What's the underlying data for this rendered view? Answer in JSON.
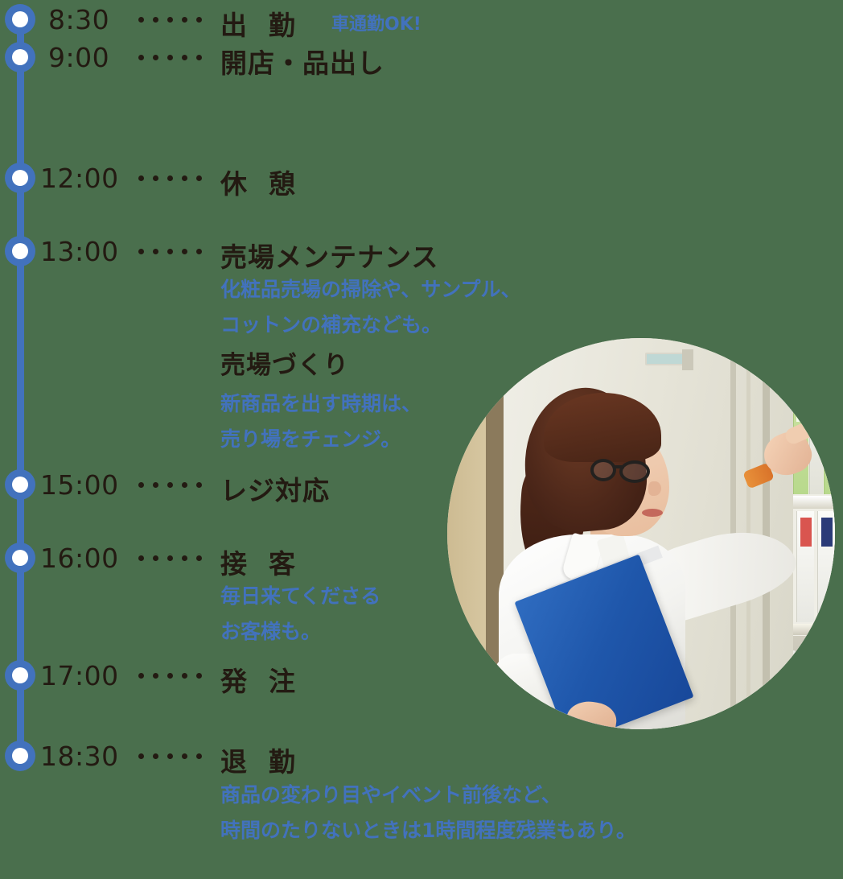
{
  "theme": {
    "accent_blue": "#4272bd",
    "text_dark": "#231a12",
    "background": "#4a6f4d",
    "dot_inner": "#ffffff"
  },
  "timeline": {
    "separator_dots": 5,
    "entries": [
      {
        "time": "8:30",
        "title_a": "出",
        "title_b": "勤",
        "badge": "車通勤OK!",
        "notes": []
      },
      {
        "time": "9:00",
        "title_a": "開店・品出し",
        "title_b": "",
        "badge": "",
        "notes": []
      },
      {
        "time": "12:00",
        "title_a": "休",
        "title_b": "憩",
        "badge": "",
        "notes": []
      },
      {
        "time": "13:00",
        "title_a": "売場メンテナンス",
        "title_b": "",
        "badge": "",
        "notes": [
          "化粧品売場の掃除や、サンプル、",
          "コットンの補充なども。"
        ],
        "sub_heading": "売場づくり",
        "sub_notes": [
          "新商品を出す時期は、",
          "売り場をチェンジ。"
        ]
      },
      {
        "time": "15:00",
        "title_a": "レジ対応",
        "title_b": "",
        "badge": "",
        "notes": []
      },
      {
        "time": "16:00",
        "title_a": "接",
        "title_b": "客",
        "badge": "",
        "notes": [
          "毎日来てくださる",
          "お客様も。"
        ]
      },
      {
        "time": "17:00",
        "title_a": "発",
        "title_b": "注",
        "badge": "",
        "notes": []
      },
      {
        "time": "18:30",
        "title_a": "退",
        "title_b": "勤",
        "badge": "",
        "notes": [
          "商品の変わり目やイベント前後など、",
          "時間のたりないときは1時間程度残業もあり。"
        ]
      }
    ]
  },
  "photo": {
    "alt": "白いシャツの女性が青いファイルを抱えて書棚のバインダーに手を伸ばしている写真"
  }
}
